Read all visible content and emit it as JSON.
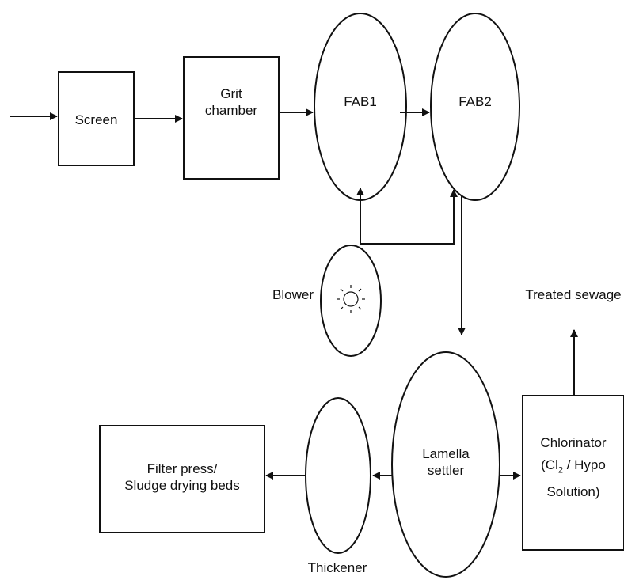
{
  "nodes": {
    "screen": {
      "label": "Screen"
    },
    "grit_chamber": {
      "line1": "Grit",
      "line2": "chamber"
    },
    "fab1": {
      "label": "FAB1"
    },
    "fab2": {
      "label": "FAB2"
    },
    "blower": {
      "label": "Blower",
      "icon": "sun-icon"
    },
    "lamella_settler": {
      "line1": "Lamella",
      "line2": "settler"
    },
    "chlorinator": {
      "line1": "Chlorinator",
      "line2": "(Cl",
      "line2_sub": "2",
      "line2_rest": " / Hypo",
      "line3": "Solution)"
    },
    "thickener": {
      "label": "Thickener"
    },
    "filter_press": {
      "line1": "Filter press/",
      "line2": "Sludge drying beds"
    },
    "treated_sewage": {
      "label": "Treated sewage"
    }
  },
  "colors": {
    "line": "#111111",
    "background": "#ffffff"
  }
}
